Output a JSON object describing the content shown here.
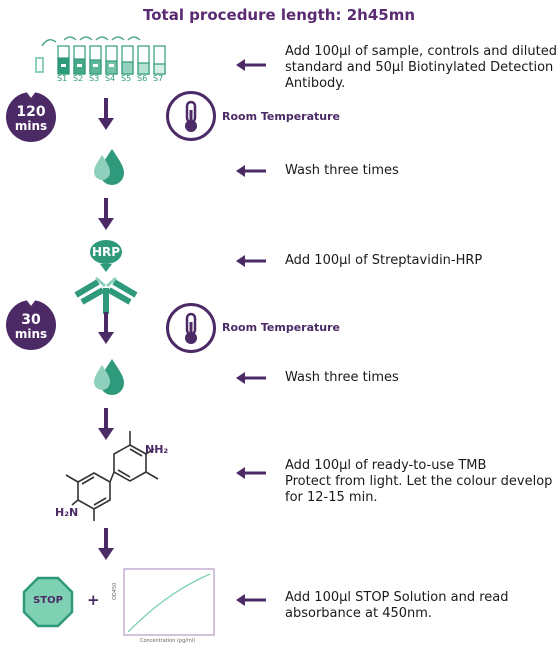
{
  "title": "Total procedure length: 2h45mn",
  "colors": {
    "purple": "#4b2a66",
    "teal": "#2f9a7b",
    "teal_light": "#8fd0bd",
    "stop_fill": "#7fd1b4"
  },
  "icons": {
    "tubes": "sample-tubes-icon",
    "timer": "timer-icon",
    "thermometer": "thermometer-icon",
    "droplets": "wash-droplets-icon",
    "antibody": "antibody-icon",
    "tmb": "tmb-molecule-icon",
    "stop": "stop-sign-icon",
    "graph": "standard-curve-graph-icon"
  },
  "tubes": {
    "labels": [
      "S1",
      "S2",
      "S3",
      "S4",
      "S5",
      "S6",
      "S7"
    ]
  },
  "steps": [
    {
      "lines": [
        "Add 100µl of sample, controls and diluted",
        "standard and 50µl Biotinylated Detection",
        "Antibody."
      ]
    },
    {
      "lines": [
        "Wash three times"
      ]
    },
    {
      "lines": [
        "Add 100µl of Streptavidin-HRP"
      ]
    },
    {
      "lines": [
        "Wash three times"
      ]
    },
    {
      "lines": [
        "Add 100µl of ready-to-use TMB",
        "Protect from light. Let the colour develop",
        "for 12-15 min."
      ]
    },
    {
      "lines": [
        "Add 100µl STOP Solution and read",
        "absorbance at 450nm."
      ]
    }
  ],
  "incubations": [
    {
      "time_value": "120",
      "time_unit": "mins",
      "temp_label": "Room Temperature"
    },
    {
      "time_value": "30",
      "time_unit": "mins",
      "temp_label": "Room Temperature"
    }
  ],
  "hrp_label": "HRP",
  "tmb": {
    "nh2": "NH₂",
    "h2n": "H₂N"
  },
  "stop_label": "STOP",
  "plus": "+",
  "graph": {
    "ylabel": "OD450",
    "xlabel": "Concentration (pg/ml)"
  }
}
